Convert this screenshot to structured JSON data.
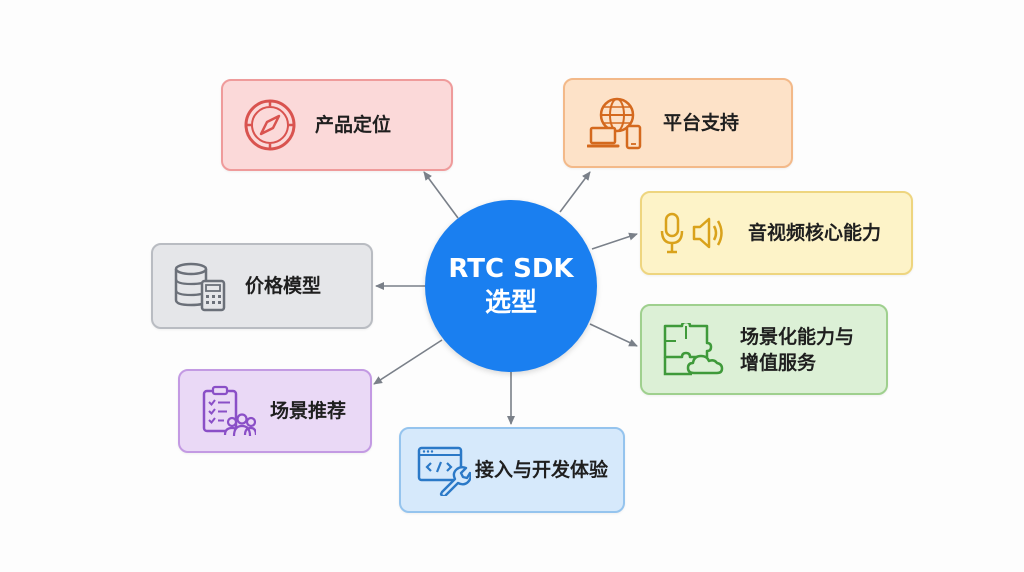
{
  "center": {
    "line1": "RTC SDK",
    "line2": "选型"
  },
  "nodes": {
    "positioning": {
      "label": "产品定位",
      "icon": "compass-icon"
    },
    "platform": {
      "label": "平台支持",
      "icon": "globe-devices-icon"
    },
    "av_core": {
      "label": "音视频核心能力",
      "icon": "microphone-speaker-icon"
    },
    "pricing": {
      "label": "价格模型",
      "icon": "coins-calculator-icon"
    },
    "scenario_cap": {
      "label1": "场景化能力与",
      "label2": "增值服务",
      "icon": "puzzle-cloud-icon"
    },
    "recommend": {
      "label": "场景推荐",
      "icon": "checklist-people-icon"
    },
    "integration": {
      "label": "接入与开发体验",
      "icon": "code-wrench-icon"
    }
  },
  "colors": {
    "center": "#1a7ff0",
    "arrow": "#7a8089",
    "positioning": {
      "bg": "#fbd9d9",
      "border": "#ef9b9b",
      "icon": "#d9534f"
    },
    "platform": {
      "bg": "#fde2c8",
      "border": "#f3b989",
      "icon": "#d4691e"
    },
    "av_core": {
      "bg": "#fdf3c8",
      "border": "#eed57f",
      "icon": "#d9a21b"
    },
    "pricing": {
      "bg": "#e5e6e9",
      "border": "#b9bcc2",
      "icon": "#6b7079"
    },
    "scenario_cap": {
      "bg": "#dcf0d6",
      "border": "#9fd08e",
      "icon": "#3f9a3a"
    },
    "recommend": {
      "bg": "#ead9f6",
      "border": "#c39ae3",
      "icon": "#8a4fc7"
    },
    "integration": {
      "bg": "#d6e9fb",
      "border": "#95c4ee",
      "icon": "#2b79c7"
    }
  }
}
